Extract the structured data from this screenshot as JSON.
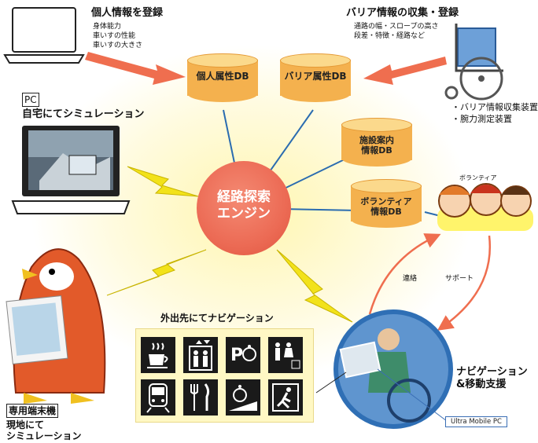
{
  "register": {
    "title": "個人情報を登録",
    "items": [
      "身体能力",
      "車いすの性能",
      "車いすの大きさ"
    ]
  },
  "barrier_collect": {
    "title": "バリア情報の収集・登録",
    "items": [
      "通路の幅・スロープの高さ",
      "段差・特徴・経路など"
    ]
  },
  "devices": [
    "・バリア情報収集装置",
    "・腕力測定装置"
  ],
  "pc": {
    "tag": "PC",
    "caption": "自宅にてシミュレーション"
  },
  "databases": {
    "personal": "個人属性DB",
    "barrier": "バリア属性DB",
    "facility": "施設案内\n情報DB",
    "volunteer": "ボランティア\n情報DB"
  },
  "engine": "経路探索\nエンジン",
  "volunteer_label": "ボランティア",
  "contact": "連絡",
  "support": "サポート",
  "outside_nav": "外出先にてナビゲーション",
  "pictograms": [
    "coffee-icon",
    "elevator-icon",
    "accessible-parking-icon",
    "restroom-icon",
    "train-icon",
    "restaurant-icon",
    "slope-icon",
    "emergency-exit-icon"
  ],
  "terminal": {
    "tag": "専用端末機",
    "caption": "現地にて\nシミュレーション"
  },
  "nav_support": "ナビゲーション\n&移動支援",
  "umpc": "Ultra Mobile PC",
  "colors": {
    "database": "#f4b14e",
    "engine": "#ec6b55",
    "link_line": "#2b6cb0",
    "lightning": "#f2e21a",
    "arrow": "#ef6e4f"
  }
}
